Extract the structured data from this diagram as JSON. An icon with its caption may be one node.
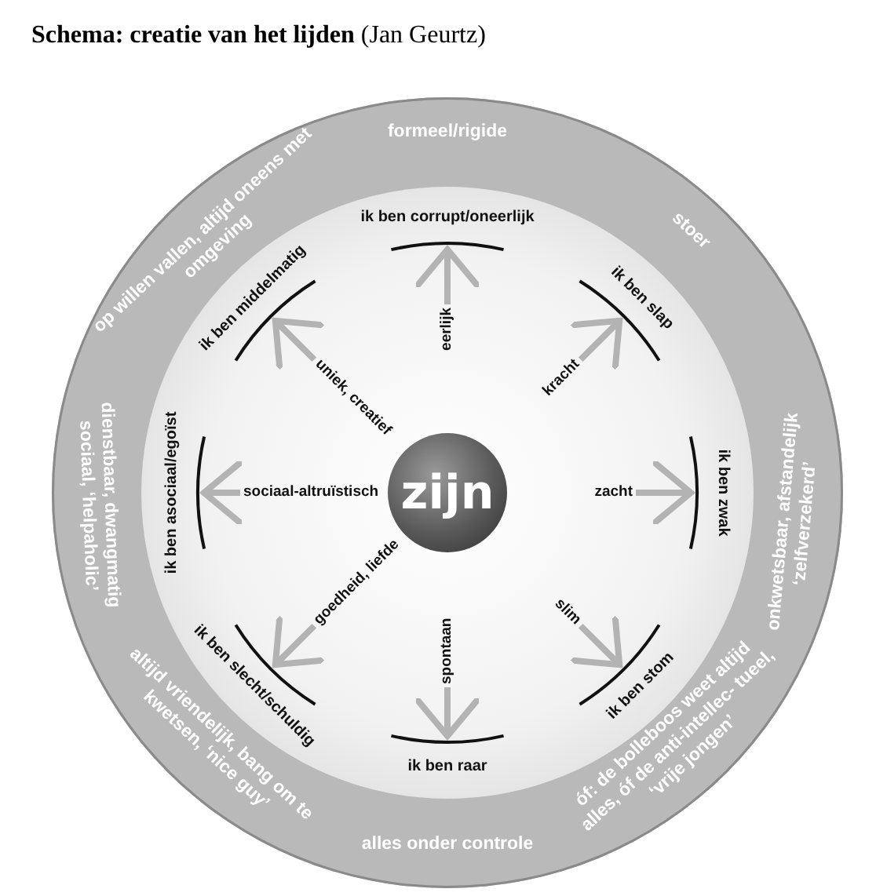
{
  "diagram": {
    "title": "**Schema: creatie van het lijden** (Jan Geurtz)",
    "nodes": [
      {
        "text": [
          "zijn"
        ]
      },
      {
        "text": [
          "eerlijk"
        ]
      },
      {
        "text": [
          "kracht"
        ]
      },
      {
        "text": [
          "zacht"
        ]
      },
      {
        "text": [
          "slim"
        ]
      },
      {
        "text": [
          "spontaan"
        ]
      },
      {
        "text": [
          "goedheid, liefde"
        ]
      },
      {
        "text": [
          "sociaal-altruïstisch"
        ]
      },
      {
        "text": [
          "uniek, creatief"
        ]
      },
      {
        "text": [
          "ik ben corrupt/oneerlijk"
        ]
      },
      {
        "text": [
          "ik ben slap"
        ]
      },
      {
        "text": [
          "ik ben zwak"
        ]
      },
      {
        "text": [
          "ik ben stom"
        ]
      },
      {
        "text": [
          "ik ben raar"
        ]
      },
      {
        "text": [
          "ik ben slecht/schuldig"
        ]
      },
      {
        "text": [
          "ik ben asociaal/egoïst"
        ]
      },
      {
        "text": [
          "ik ben middelmatig"
        ]
      },
      {
        "text": [
          "formeel/rigide"
        ]
      },
      {
        "text": [
          "stoer"
        ]
      },
      {
        "text": [
          "onkwetsbaar, afstandelijk ‘zelfverzekerd’"
        ]
      },
      {
        "text": [
          "óf: de bolleboos weet altijd alles, óf de anti-intellec- tueel, ‘vrije jongen’"
        ]
      },
      {
        "text": [
          "alles onder controle"
        ]
      },
      {
        "text": [
          "altijd vriendelijk, bang om te kwetsen, ‘nice guy’"
        ]
      },
      {
        "text": [
          "dienstbaar, dwangmatig sociaal, ‘helpaholic’"
        ]
      },
      {
        "text": [
          "op willen vallen, altijd oneens met omgeving"
        ]
      }
    ],
    "edges": [
      {
        "from": 1,
        "to": 9,
        "arrow": "to"
      },
      {
        "from": 2,
        "to": 10,
        "arrow": "to"
      },
      {
        "from": 3,
        "to": 11,
        "arrow": "to"
      },
      {
        "from": 4,
        "to": 12,
        "arrow": "to"
      },
      {
        "from": 5,
        "to": 13,
        "arrow": "to"
      },
      {
        "from": 6,
        "to": 14,
        "arrow": "to"
      },
      {
        "from": 7,
        "to": 15,
        "arrow": "to"
      },
      {
        "from": 8,
        "to": 16,
        "arrow": "to"
      }
    ]
  }
}
